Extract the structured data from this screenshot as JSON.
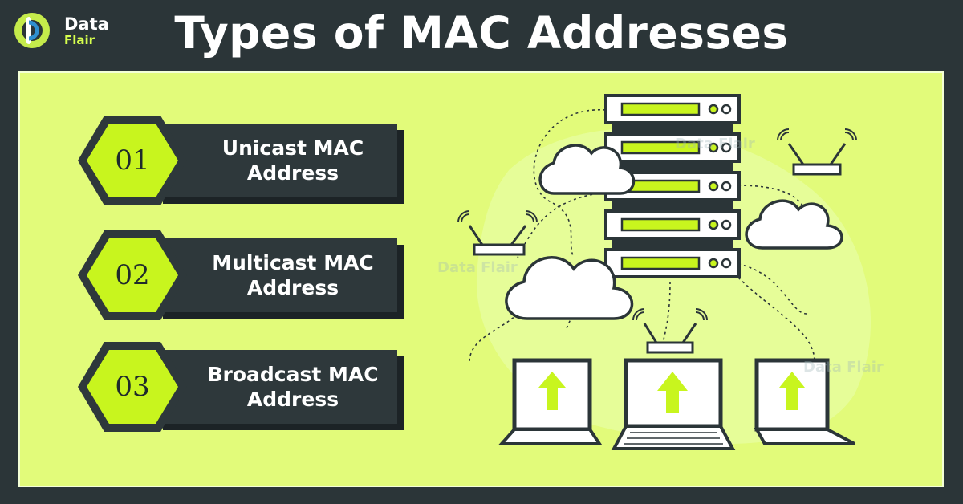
{
  "header": {
    "logo_line1": "Data",
    "logo_line2": "Flair",
    "title": "Types of MAC Addresses"
  },
  "items": [
    {
      "number": "01",
      "label": "Unicast MAC Address"
    },
    {
      "number": "02",
      "label": "Multicast MAC Address"
    },
    {
      "number": "03",
      "label": "Broadcast MAC Address"
    }
  ],
  "watermark": "Data Flair",
  "colors": {
    "background": "#2b3538",
    "panel": "#e2fb7a",
    "accent": "#c8f51e",
    "banner": "#2e383b",
    "text_light": "#ffffff"
  },
  "illustration": {
    "icons": [
      "server-rack-icon",
      "cloud-icon",
      "router-icon",
      "laptop-icon",
      "upload-arrow-icon"
    ]
  }
}
